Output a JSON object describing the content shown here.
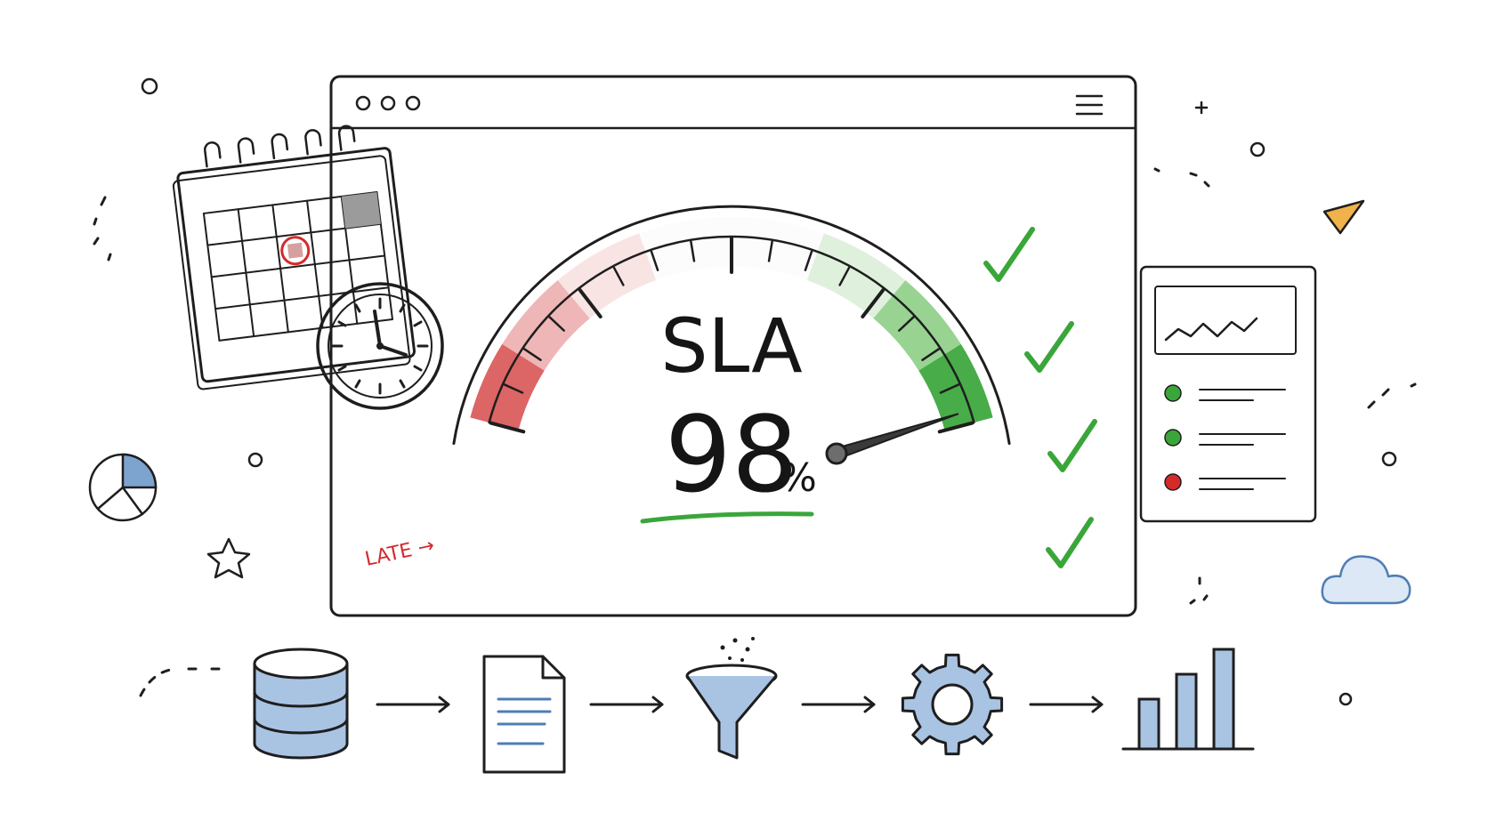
{
  "gauge": {
    "title": "SLA",
    "value": "98",
    "unit": "%",
    "late_label": "LATE →",
    "needle_fraction": 0.98
  },
  "colors": {
    "ink": "#1e1e1e",
    "late_red": "#d42a2a",
    "ok_green": "#3aa63a",
    "accent_blue": "#4f7db5",
    "triangle_orange": "#f0b24a"
  },
  "icons": {
    "window_controls": [
      "dot-icon",
      "dot-icon",
      "dot-icon"
    ],
    "menu": "hamburger-icon",
    "calendar": "calendar-icon",
    "clock": "clock-icon",
    "checks": [
      "check-icon",
      "check-icon",
      "check-icon",
      "check-icon"
    ],
    "side_panel_status": [
      "green-status-dot",
      "green-status-dot",
      "red-status-dot"
    ],
    "pipeline": [
      "database-icon",
      "document-icon",
      "funnel-icon",
      "gear-icon",
      "bar-chart-icon"
    ],
    "decorations": [
      "pie-chart-icon",
      "star-icon",
      "cloud-icon",
      "triangle-icon"
    ]
  }
}
